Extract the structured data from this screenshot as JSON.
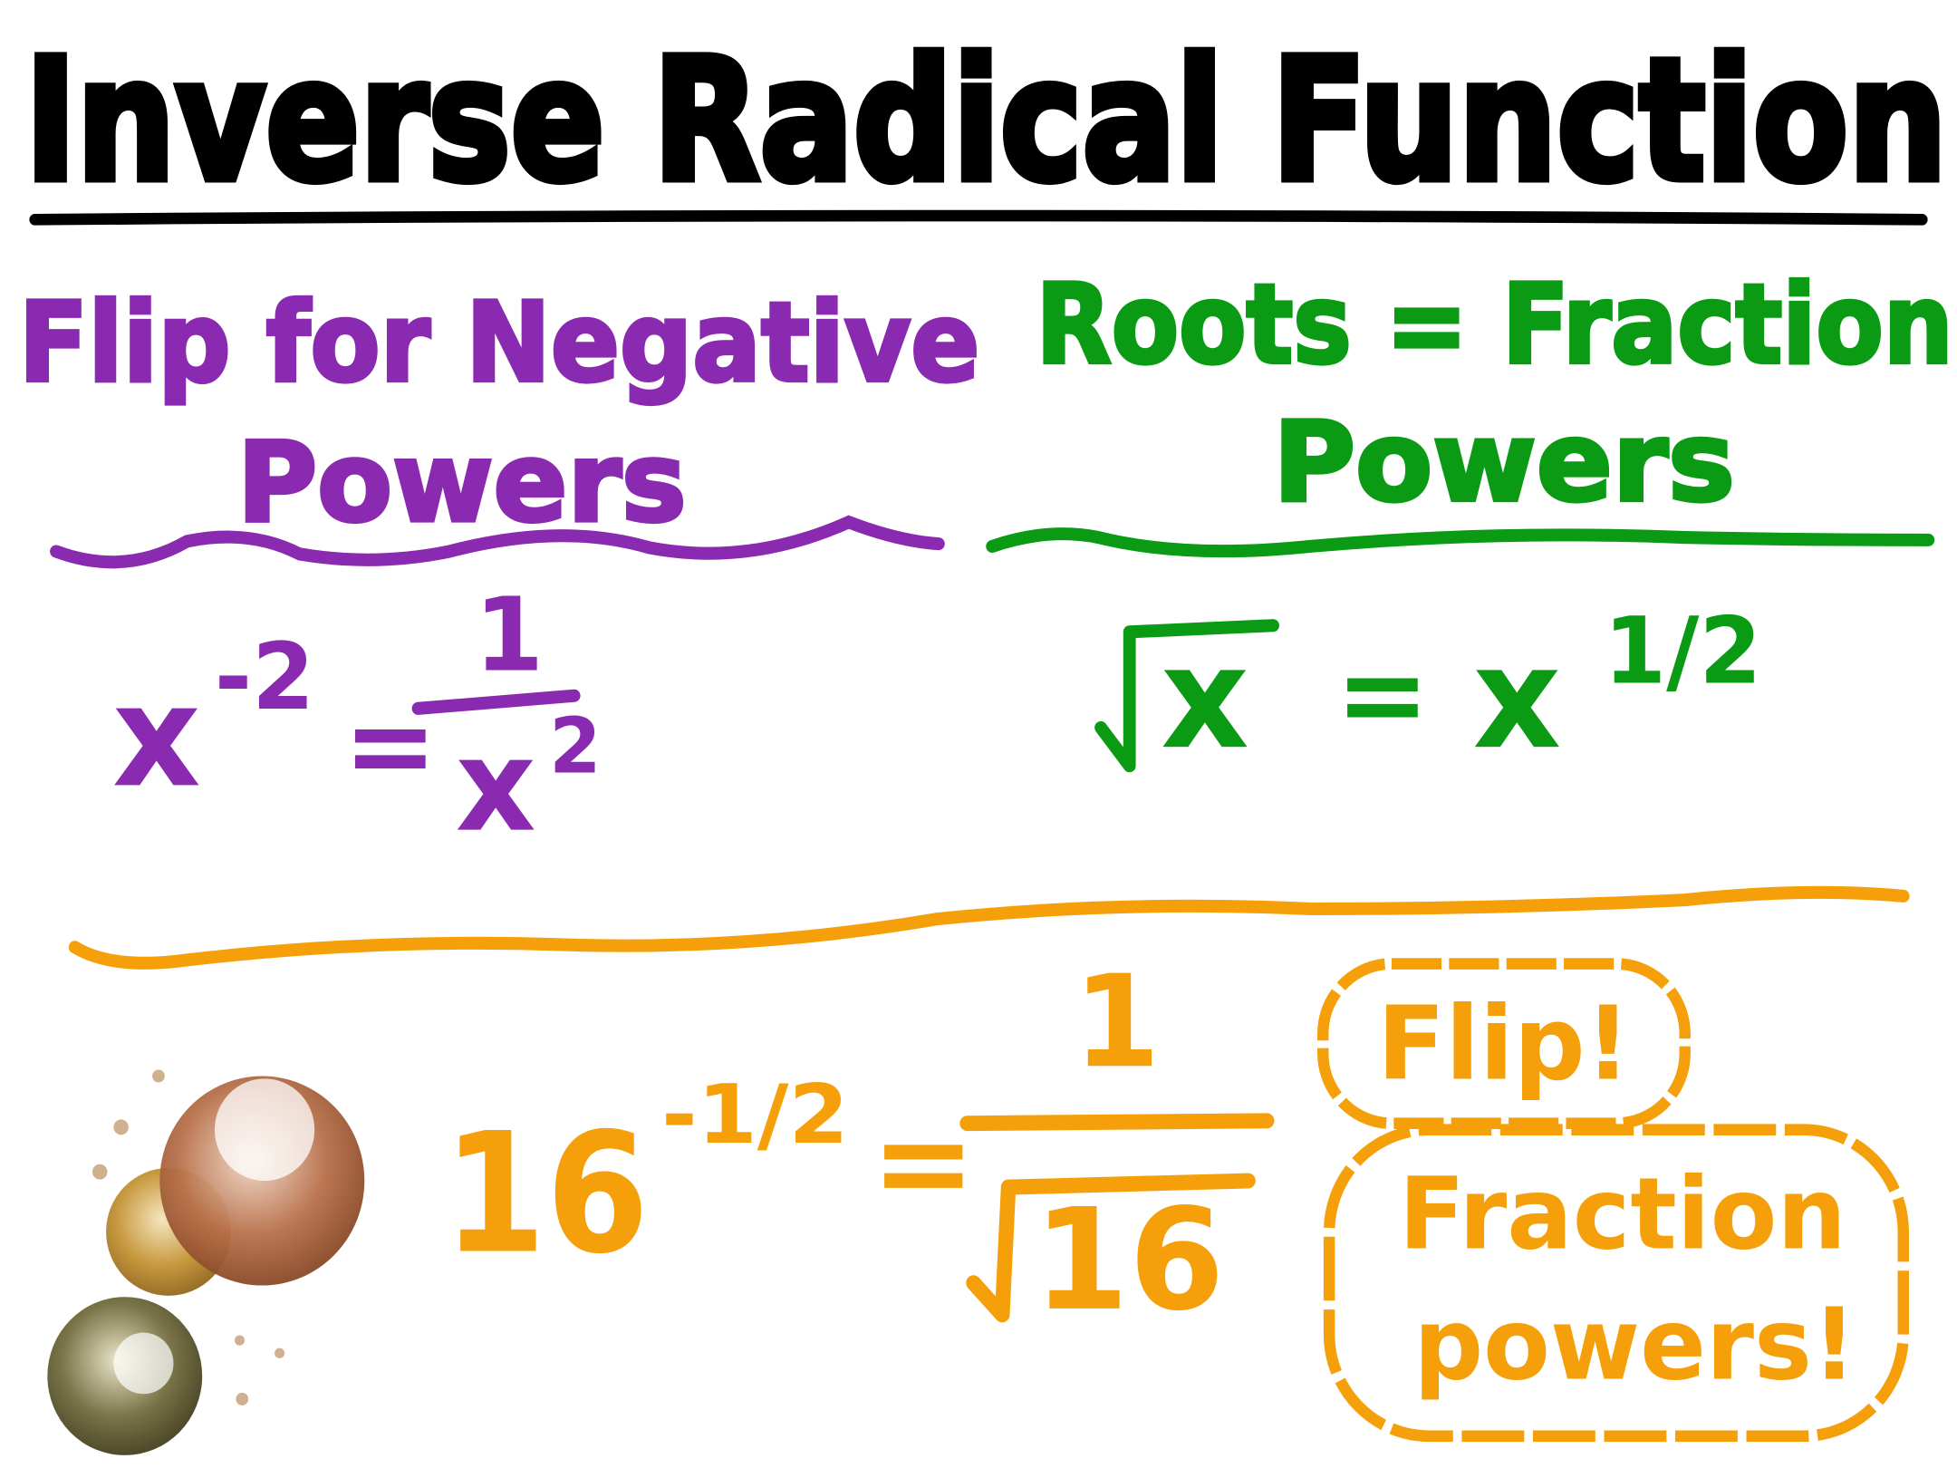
{
  "title": "Inverse Radical Function",
  "colors": {
    "title": "#000000",
    "negative": "#8a2ab0",
    "fraction": "#0a9a14",
    "example": "#f5a00a",
    "bubble_brown": "#a8603a",
    "bubble_gold": "#c89a40",
    "bubble_olive": "#6e6a40"
  },
  "left_rule": {
    "heading_line1": "Flip for Negative",
    "heading_line2": "Powers",
    "equation": {
      "base": "x",
      "exponent": "-2",
      "equals": "=",
      "numerator": "1",
      "denominator_base": "x",
      "denominator_exponent": "2"
    }
  },
  "right_rule": {
    "heading_line1": "Roots = Fraction",
    "heading_line2": "Powers",
    "equation": {
      "radicand": "x",
      "equals": "=",
      "base": "x",
      "exponent": "1/2"
    }
  },
  "example": {
    "base": "16",
    "exponent": "-1/2",
    "equals": "=",
    "numerator": "1",
    "denominator_radicand": "16",
    "callout_1": "Flip!",
    "callout_2_line1": "Fraction",
    "callout_2_line2": "powers!"
  },
  "decoration": "bubbles-icon"
}
